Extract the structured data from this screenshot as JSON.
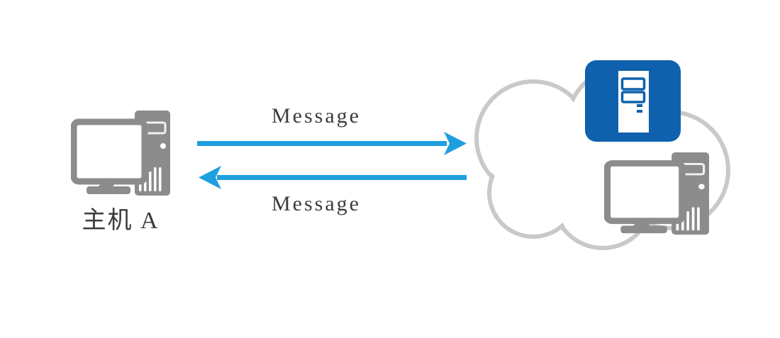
{
  "colors": {
    "background": "#ffffff",
    "arrow_blue": "#1e9fdf",
    "server_icon_blue": "#0f61ad",
    "device_gray": "#8c8c8c",
    "device_detail_light": "#f2f2f2",
    "cloud_outline": "#c9c9c9",
    "label_text": "#3b3b3b"
  },
  "host_a": {
    "label": "主机 A",
    "icon": "desktop-computer-icon"
  },
  "messages": {
    "to_network": {
      "label": "Message",
      "direction": "right"
    },
    "from_network": {
      "label": "Message",
      "direction": "left"
    }
  },
  "network_cloud": {
    "icons": [
      "server-icon",
      "desktop-computer-icon"
    ]
  }
}
